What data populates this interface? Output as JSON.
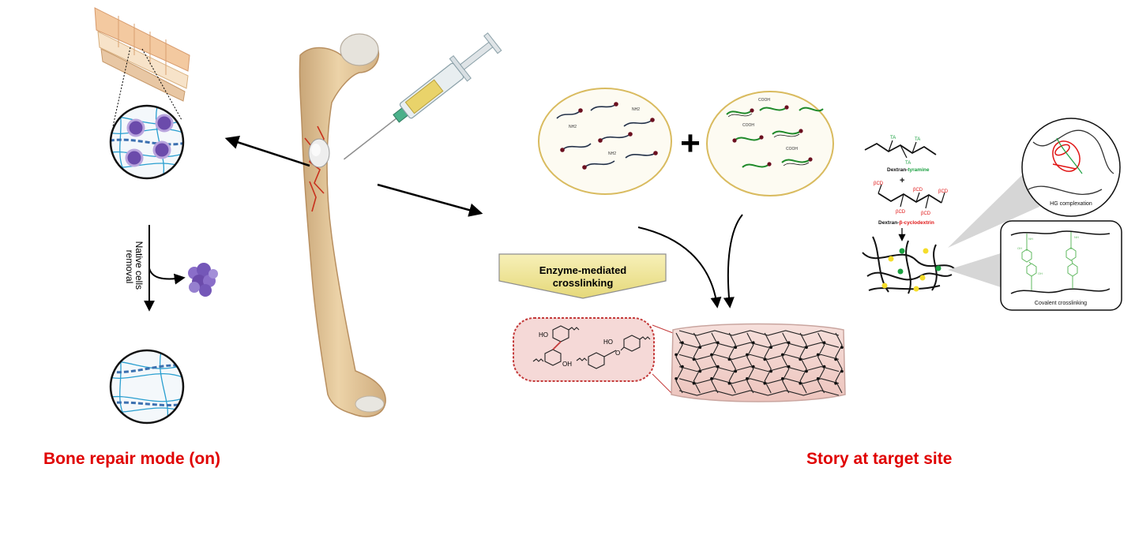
{
  "colors": {
    "caption": "#e00000",
    "bone": "#e9cfa2",
    "bone_shadow": "#c9a678",
    "matrix_line": "#2a9fd0",
    "cell": "#6b4bab",
    "crosslink_banner": "#f3ea9d",
    "hydrogel_fill": "#f3d6d3",
    "green_polymer": "#1f8a2a",
    "red_label": "#e01515",
    "tyramine_green": "#1aa040"
  },
  "captions": {
    "left": "Bone repair mode (on)",
    "right": "Story at target site"
  },
  "left_panel": {
    "process_label": "Native cells removal",
    "process_label_line1": "Native cells",
    "process_label_line2": "removal"
  },
  "center_panel": {
    "banner_line1": "Enzyme-mediated",
    "banner_line2": "crosslinking",
    "plus_sign": "+",
    "polymer_a_label": "NH2",
    "polymer_b_label": "COOH",
    "chem": {
      "ho_1": "HO",
      "oh_1": "OH",
      "ho_2": "HO",
      "ether_o": "O"
    }
  },
  "right_panel": {
    "ta": "TA",
    "dextran_prefix": "Dextran-",
    "tyramine": "tyramine",
    "plus": "+",
    "bcd": "βCD",
    "cyclodextrin": "β-cyclodextrin",
    "hg_label": "HG complexation",
    "covalent_label": "Covalent crosslinking",
    "nh": "NH",
    "oh": "OH"
  }
}
